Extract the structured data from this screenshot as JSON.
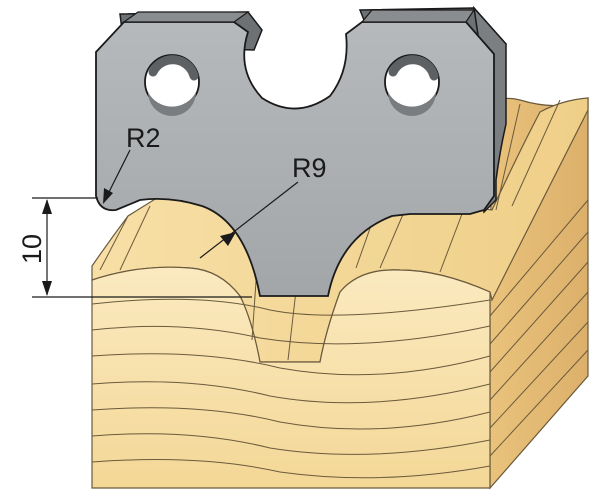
{
  "labels": {
    "corner_radius": "R2",
    "profile_radius": "R9",
    "depth": "10"
  },
  "colors": {
    "steel_face": "#a9acaf",
    "steel_edge": "#6a6d70",
    "steel_outline": "#1a1a1a",
    "wood_light": "#f8e4b0",
    "wood_mid": "#f1d08c",
    "wood_dark": "#d8b070",
    "wood_line": "#6b5a3d",
    "dimension_line": "#1a1a1a"
  }
}
